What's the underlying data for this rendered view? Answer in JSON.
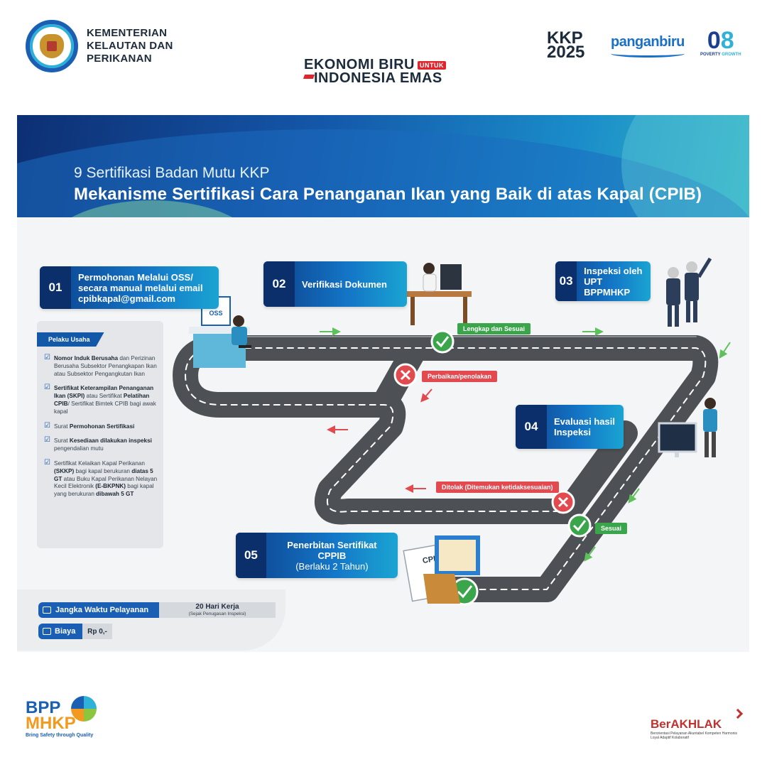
{
  "header": {
    "ministry_lines": [
      "KEMENTERIAN",
      "KELAUTAN DAN",
      "PERIKANAN"
    ],
    "eko_line1": "EKONOMI BIRU",
    "eko_untuk": "UNTUK",
    "eko_line2": "INDONESIA EMAS",
    "kkp_top": "KKP",
    "kkp_bottom": "2025",
    "panganbiru": "panganbiru",
    "og_number": "0",
    "og_percent": "8",
    "og_left": "POVERTY",
    "og_right": "GROWTH"
  },
  "banner": {
    "subtitle": "9 Sertifikasi Badan Mutu KKP",
    "title": "Mekanisme Sertifikasi Cara Penanganan Ikan yang Baik di atas Kapal (CPIB)"
  },
  "steps": [
    {
      "num": "01",
      "lines": [
        "Permohonan Melalui OSS/",
        "secara manual melalui email",
        "cpibkapal@gmail.com"
      ]
    },
    {
      "num": "02",
      "lines": [
        "Verifikasi Dokumen"
      ]
    },
    {
      "num": "03",
      "lines": [
        "Inspeksi oleh",
        "UPT BPPMHKP"
      ]
    },
    {
      "num": "04",
      "lines": [
        "Evaluasi hasil",
        "Inspeksi"
      ]
    },
    {
      "num": "05",
      "line_bold": "Penerbitan Sertifikat CPPIB",
      "line_light": "(Berlaku 2 Tahun)"
    }
  ],
  "pelaku": {
    "tag": "Pelaku Usaha",
    "items": [
      {
        "bold1": "Nomor Induk Berusaha",
        "rest1": " dan Perizinan Berusaha Subsektor Penangkapan Ikan atau Subsektor Pengangkutan Ikan"
      },
      {
        "bold1": "Sertifikat Keterampilan Penanganan Ikan (SKPI)",
        "rest1": " atau Sertifikat ",
        "bold2": "Pelatihan CPIB",
        "rest2": "/ Sertifikat Bimtek CPIB bagi awak kapal"
      },
      {
        "pre": "Surat ",
        "bold1": "Permohonan Sertifikasi"
      },
      {
        "pre": "Surat ",
        "bold1": "Kesediaan dilakukan inspeksi",
        "rest1": " pengendalian mutu"
      },
      {
        "pre": "Sertifikat Kelaikan Kapal Perikanan ",
        "bold1": "(SKKP)",
        "rest1": " bagi kapal berukuran ",
        "bold2": "diatas 5 GT",
        "rest2": " atau Buku Kapal Perikanan Nelayan Kecil Elektronik ",
        "bold3": "(E-BKPNK)",
        "rest3": " bagi kapal yang berukuran ",
        "bold4": "dibawah 5 GT"
      }
    ]
  },
  "tags": {
    "lengkap": "Lengkap dan Sesuai",
    "perbaikan": "Perbaikan/penolakan",
    "ditolak": "Ditolak (Ditemukan ketidaksesuaian)",
    "sesuai": "Sesuai"
  },
  "illustrations": {
    "oss": "OSS",
    "cpib": "CPIB"
  },
  "service": {
    "time_label": "Jangka Waktu Pelayanan",
    "time_value": "20 Hari Kerja",
    "time_note": "(Sejak Penugasan Inspeksi)",
    "cost_label": "Biaya",
    "cost_value": "Rp 0,-"
  },
  "footer": {
    "bpp_line1": "BPP",
    "bpp_line2": "MHKP",
    "bpp_tag": "Bring Safety through Quality",
    "berakhlak": "BerAKHLAK",
    "berakhlak_tag": "Berorientasi Pelayanan Akuntabel Kompeten Harmonis Loyal Adaptif Kolaboratif"
  },
  "colors": {
    "road": "#4d5054",
    "step_blue": "#1476c7",
    "ok_green": "#3aa54a",
    "reject_red": "#e24a4f"
  }
}
